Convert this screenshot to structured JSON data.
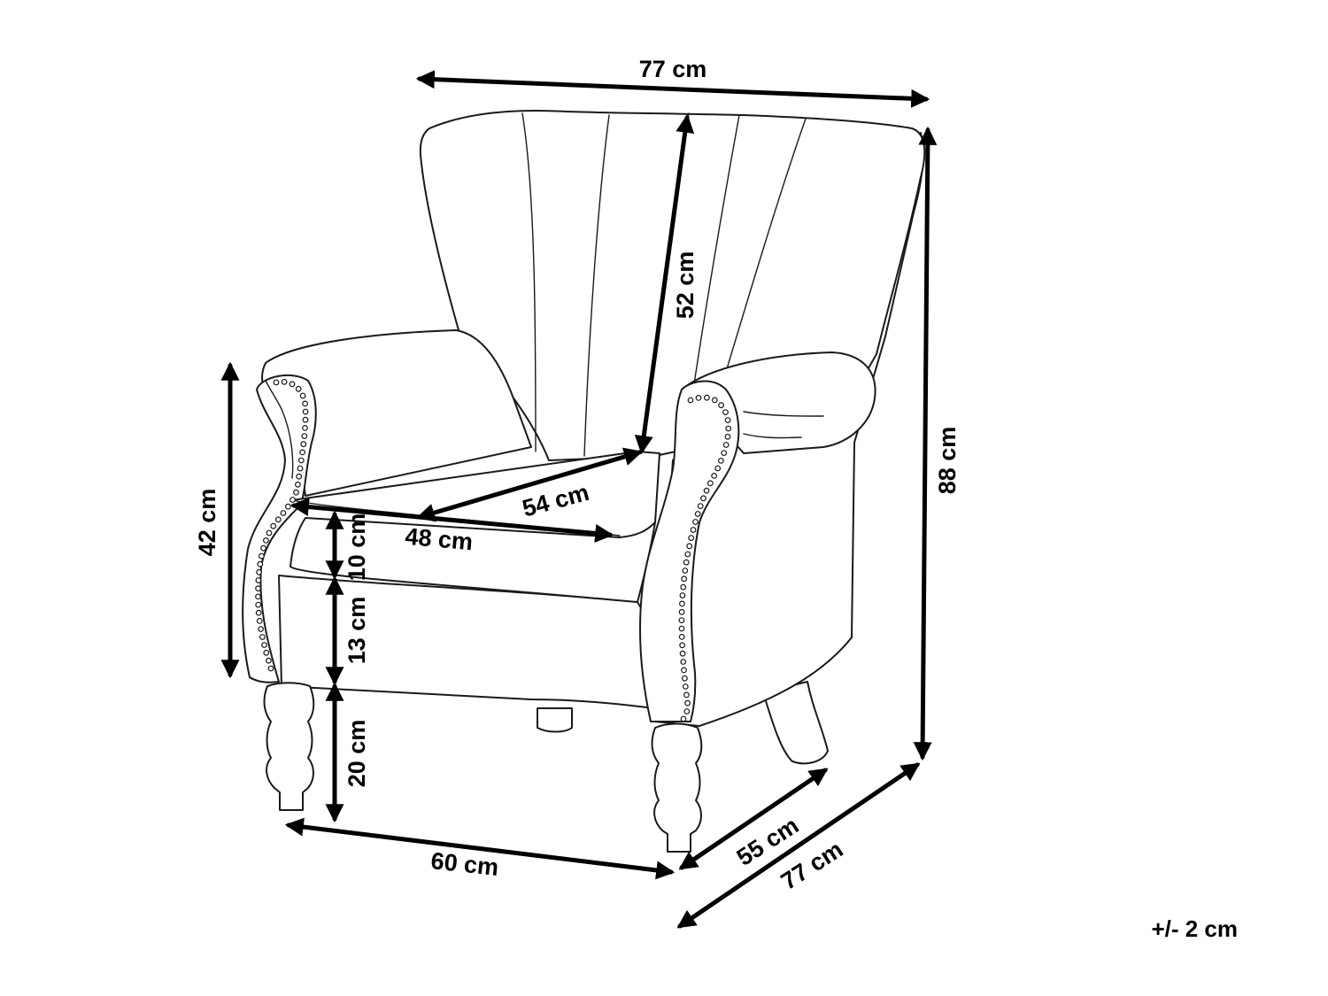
{
  "dimensions": {
    "top_width": "77 cm",
    "back_height": "52 cm",
    "total_height": "88 cm",
    "armrest_height": "42 cm",
    "seat_depth": "54 cm",
    "seat_width": "48 cm",
    "cushion_height": "10 cm",
    "seat_base_height": "13 cm",
    "leg_height": "20 cm",
    "front_width": "60 cm",
    "seat_side_depth": "55 cm",
    "total_depth": "77 cm"
  },
  "tolerance": "+/- 2 cm",
  "colors": {
    "line": "#000000",
    "fill": "#ffffff"
  }
}
